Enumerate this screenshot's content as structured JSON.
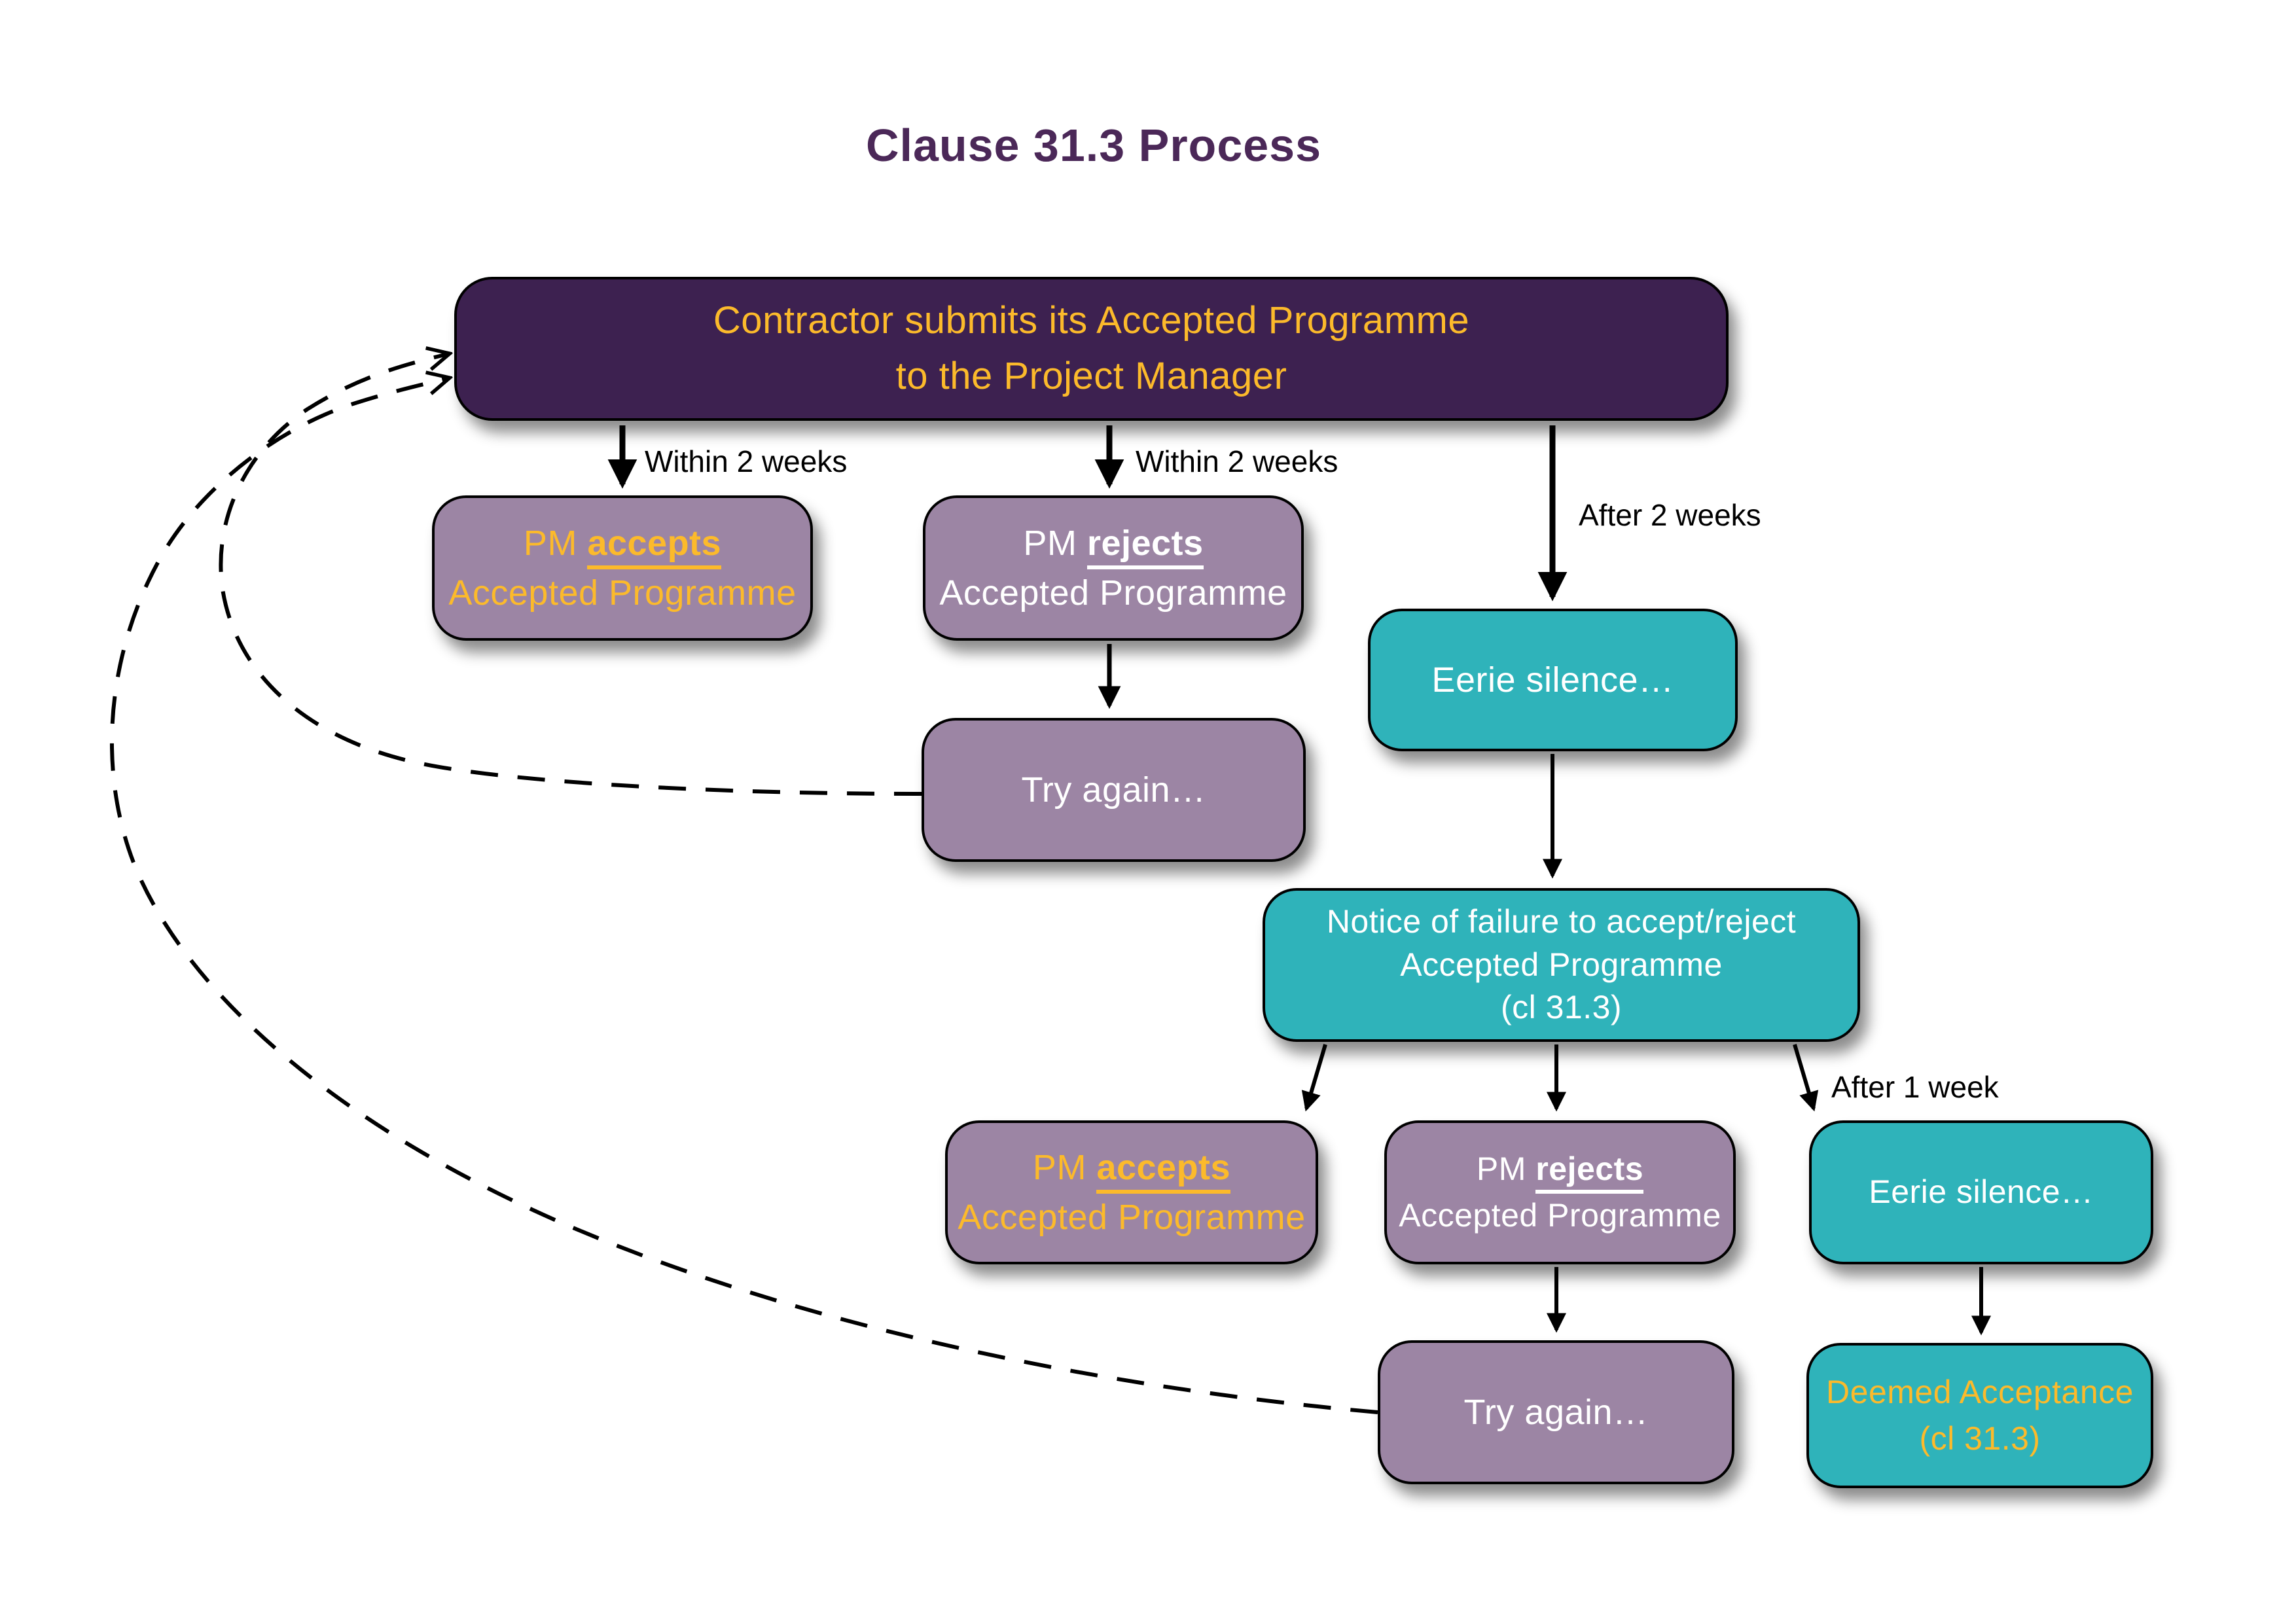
{
  "title": "Clause 31.3 Process",
  "colors": {
    "dark_purple": "#3d2150",
    "mauve": "#9c85a4",
    "teal": "#2fb3ba",
    "yellow": "#fcba2b",
    "title_purple": "#4b2858",
    "edge_black": "#000000",
    "background": "#ffffff"
  },
  "nodes": {
    "contractor": {
      "line1": "Contractor submits its Accepted Programme",
      "line2": "to the Project Manager"
    },
    "pm_accepts_1": {
      "prefix": "PM ",
      "emph": "accepts",
      "line2": "Accepted Programme"
    },
    "pm_rejects_1": {
      "prefix": "PM ",
      "emph": "rejects",
      "line2": "Accepted Programme"
    },
    "try_again_1": {
      "label": "Try again…"
    },
    "eerie_silence_1": {
      "label": "Eerie silence…"
    },
    "notice": {
      "line1": "Notice of failure to accept/reject",
      "line2": "Accepted Programme",
      "line3": "(cl 31.3)"
    },
    "pm_accepts_2": {
      "prefix": "PM ",
      "emph": "accepts",
      "line2": "Accepted Programme"
    },
    "pm_rejects_2": {
      "prefix": "PM ",
      "emph": "rejects",
      "line2": "Accepted Programme"
    },
    "eerie_silence_2": {
      "label": "Eerie silence…"
    },
    "try_again_2": {
      "label": "Try again…"
    },
    "deemed": {
      "line1": "Deemed Acceptance",
      "line2": "(cl 31.3)"
    }
  },
  "edge_labels": {
    "within_2_weeks_left": "Within 2 weeks",
    "within_2_weeks_middle": "Within 2 weeks",
    "after_2_weeks": "After 2 weeks",
    "after_1_week": "After 1 week"
  }
}
